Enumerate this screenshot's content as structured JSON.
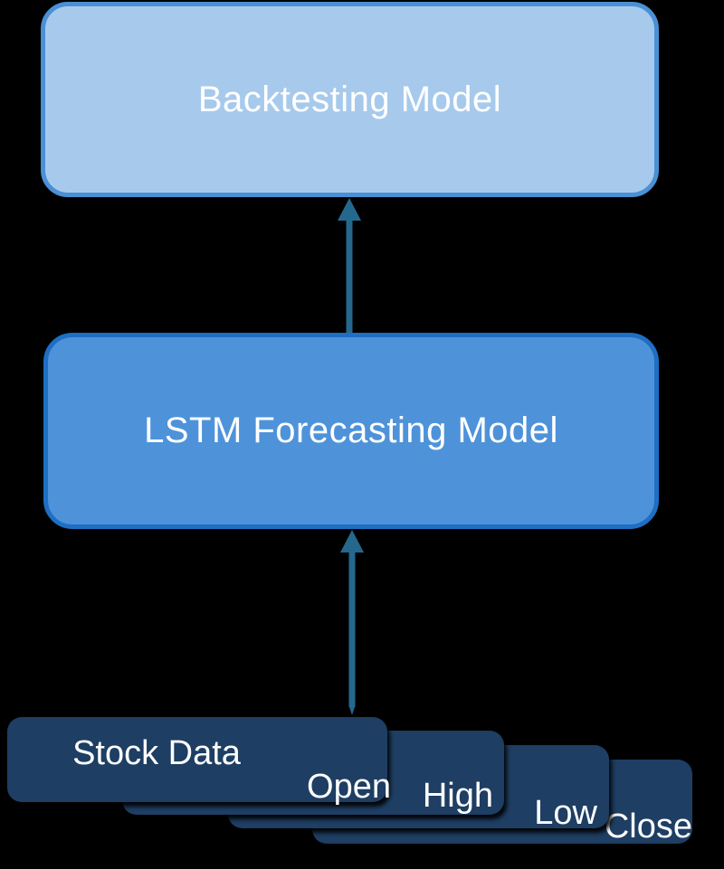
{
  "colors": {
    "bg": "#000000",
    "backtesting-fill": "#A7CAEC",
    "backtesting-border": "#4A90D5",
    "lstm-fill": "#4E93D9",
    "lstm-border": "#1E6FC4",
    "stack-fill": "#1E3E63",
    "arrow": "#25688E",
    "text": "#FFFFFF"
  },
  "diagram": {
    "backtesting": {
      "label": "Backtesting Model"
    },
    "lstm": {
      "label": "LSTM Forecasting Model"
    },
    "stock_stack": {
      "title": "Stock Data",
      "layers": [
        {
          "label": "Open"
        },
        {
          "label": "High"
        },
        {
          "label": "Low"
        },
        {
          "label": "Close"
        }
      ]
    }
  }
}
